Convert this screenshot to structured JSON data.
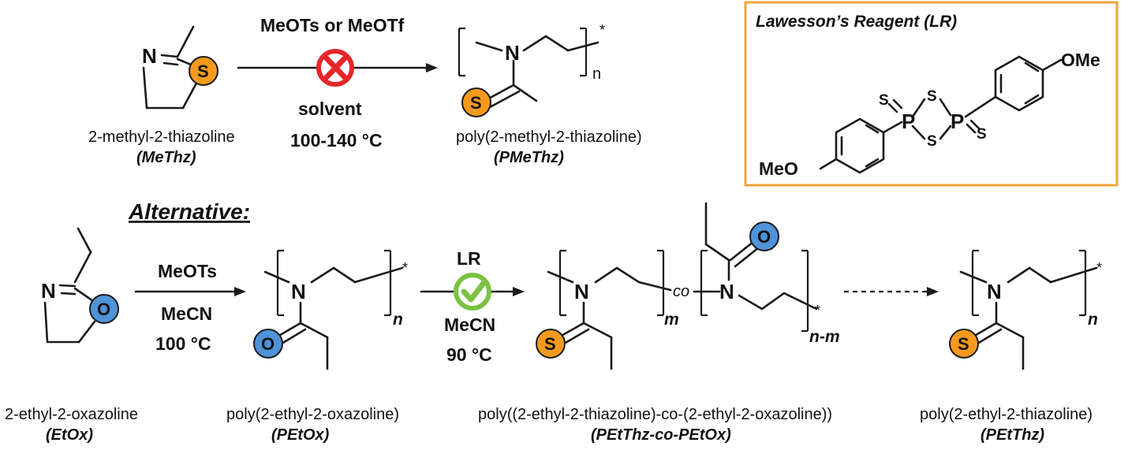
{
  "top": {
    "monomer_name": "2-methyl-2-thiazoline",
    "monomer_abbr": "(MeThz)",
    "initiator": "MeOTs or MeOTf",
    "solvent": "solvent",
    "temperature": "100-140 °C",
    "polymer_name": "poly(2-methyl-2-thiazoline)",
    "polymer_abbr": "(PMeThz)",
    "repeat_subscript": "n",
    "status_icon": "failed-cross-icon"
  },
  "reagent_box": {
    "title": "Lawesson’s Reagent (LR)",
    "methoxy_right": "OMe",
    "methoxy_left": "MeO"
  },
  "alternative": {
    "heading": "Alternative:",
    "monomer_name": "2-ethyl-2-oxazoline",
    "monomer_abbr": "(EtOx)",
    "step1_initiator": "MeOTs",
    "step1_solvent": "MeCN",
    "step1_temperature": "100 °C",
    "polymer1_name": "poly(2-ethyl-2-oxazoline)",
    "polymer1_abbr": "(PEtOx)",
    "polymer1_subscript": "n",
    "step2_reagent": "LR",
    "step2_solvent": "MeCN",
    "step2_temperature": "90 °C",
    "step2_icon": "success-check-icon",
    "copolymer_name": "poly((2-ethyl-2-thiazoline)-co-(2-ethyl-2-oxazoline))",
    "copolymer_abbr": "(PEtThz-co-PEtOx)",
    "copolymer_sub_m": "m",
    "copolymer_sub_nm": "n-m",
    "copolymer_link": "co",
    "polymer3_name": "poly(2-ethyl-2-thiazoline)",
    "polymer3_abbr": "(PEtThz)",
    "polymer3_subscript": "n"
  },
  "atoms": {
    "N": "N",
    "S": "S",
    "O": "O",
    "P": "P",
    "star": "*"
  },
  "colors": {
    "sulfur": "#f59a1d",
    "oxygen": "#4f93d8",
    "cross": "#e5262b",
    "check": "#7cc242",
    "box_border": "#f0a33c"
  }
}
